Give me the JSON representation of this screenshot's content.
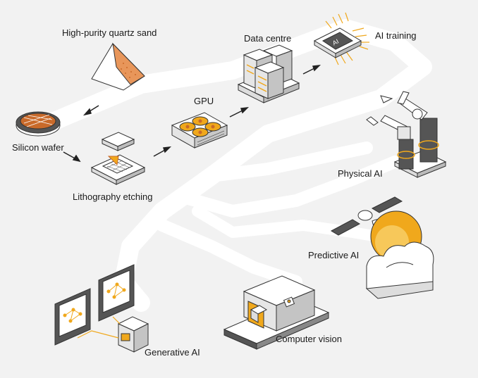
{
  "labels": {
    "quartz": "High-purity quartz sand",
    "wafer": "Silicon wafer",
    "litho": "Lithography etching",
    "gpu": "GPU",
    "datacentre": "Data centre",
    "aitraining": "AI training",
    "chip_text": "AI",
    "physical": "Physical AI",
    "predictive": "Predictive AI",
    "vision": "Computer vision",
    "generative": "Generative AI"
  },
  "colors": {
    "background": "#f2f2f2",
    "path": "#ffffff",
    "accent": "#f0a81c",
    "copper": "#c96a2a",
    "line": "#333333",
    "grey": "#8a8a8a"
  },
  "icons": [
    "sand-pile-icon",
    "silicon-wafer-icon",
    "lithography-icon",
    "gpu-icon",
    "data-centre-icon",
    "ai-chip-icon",
    "robot-arm-icon",
    "satellite-icon",
    "sun-icon",
    "cloud-icon",
    "conveyor-camera-icon",
    "monitor-network-icon",
    "server-tower-icon"
  ]
}
